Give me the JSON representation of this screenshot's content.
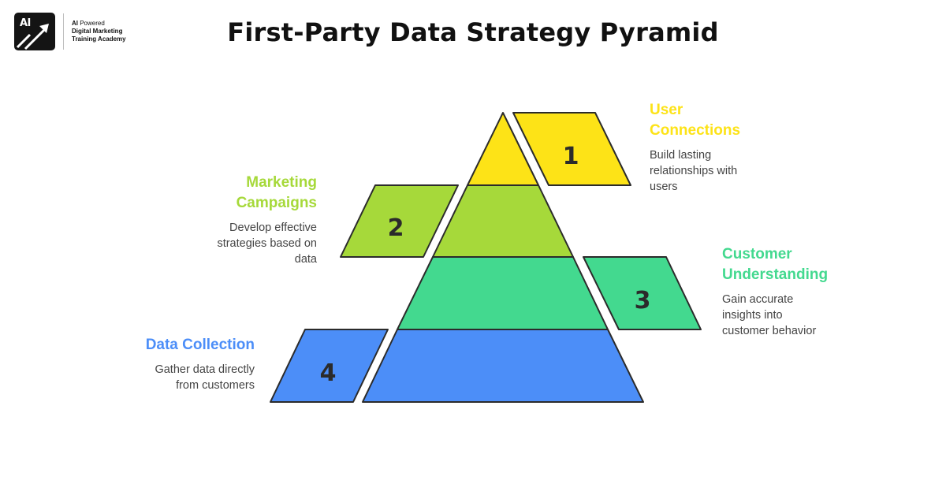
{
  "logo": {
    "mark_text": "AI",
    "line1_bold": "AI",
    "line1_rest": " Powered",
    "line2": "Digital Marketing",
    "line3": "Training Academy"
  },
  "title": "First-Party Data Strategy Pyramid",
  "colors": {
    "level1": "#FDE317",
    "level2": "#A6D93A",
    "level3": "#43D98F",
    "level4": "#4C8EF8",
    "outline": "#2b2b2b",
    "description": "#444444"
  },
  "levels": [
    {
      "number": "1",
      "heading_line1": "User",
      "heading_line2": "Connections",
      "desc_line1": "Build lasting",
      "desc_line2": "relationships with",
      "desc_line3": "users",
      "color": "#FDE317"
    },
    {
      "number": "2",
      "heading_line1": "Marketing",
      "heading_line2": "Campaigns",
      "desc_line1": "Develop effective",
      "desc_line2": "strategies based on",
      "desc_line3": "data",
      "color": "#A6D93A"
    },
    {
      "number": "3",
      "heading_line1": "Customer",
      "heading_line2": "Understanding",
      "desc_line1": "Gain accurate",
      "desc_line2": "insights into",
      "desc_line3": "customer behavior",
      "color": "#43D98F"
    },
    {
      "number": "4",
      "heading_line1": "Data Collection",
      "desc_line1": "Gather data directly",
      "desc_line2": "from customers",
      "color": "#4C8EF8"
    }
  ]
}
